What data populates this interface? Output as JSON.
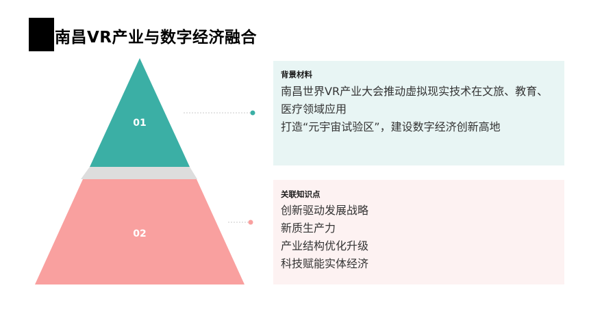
{
  "title": "南昌VR产业与数字经济融合",
  "pyramid": {
    "tiers": [
      {
        "label": "01",
        "color": "#3bafa5"
      },
      {
        "label": "02",
        "color": "#f9a09f"
      }
    ],
    "connector_color": "#dddddd"
  },
  "panels": [
    {
      "heading": "背景材料",
      "background": "#e8f5f4",
      "lines": [
        "南昌世界VR产业大会推动虚拟现实技术在文旅、教育、",
        "医疗领域应用",
        "打造“元宇宙试验区”，建设数字经济创新高地"
      ]
    },
    {
      "heading": "关联知识点",
      "background": "#fdf2f2",
      "lines": [
        "创新驱动发展战略",
        "新质生产力",
        "产业结构优化升级",
        "科技赋能实体经济"
      ]
    }
  ]
}
